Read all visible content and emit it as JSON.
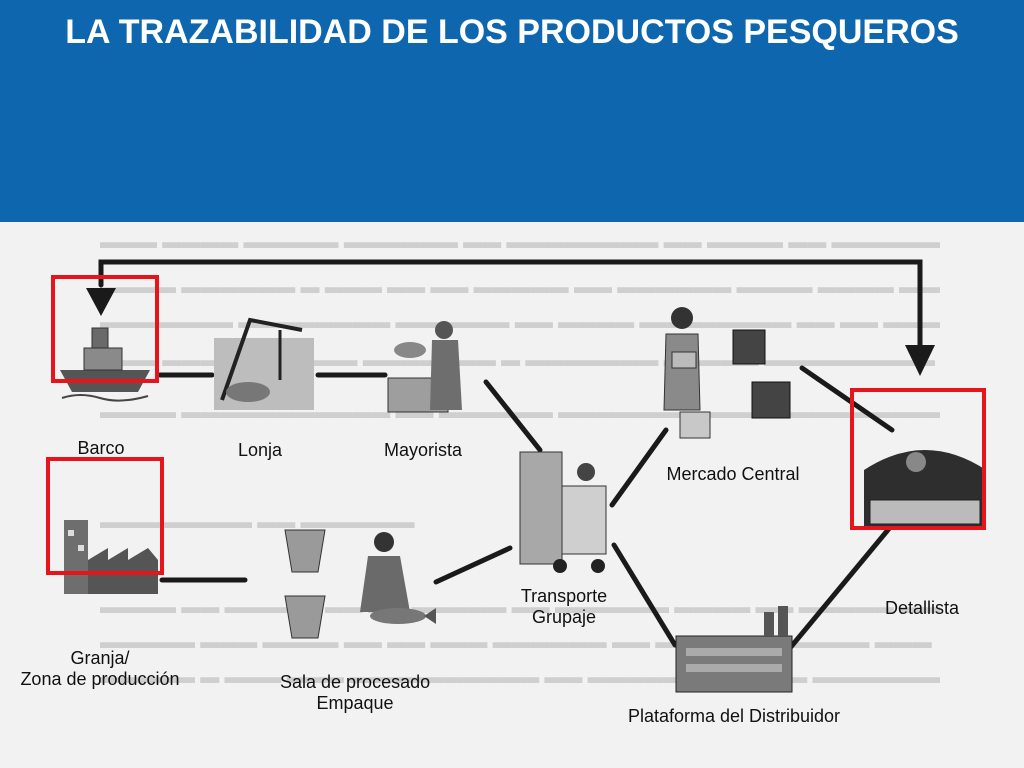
{
  "slide": {
    "title": "LA TRAZABILIDAD DE LOS PRODUCTOS PESQUEROS",
    "header_color": "#0e67ae",
    "highlight_color": "#e8141c"
  },
  "nodes": {
    "barco": "Barco",
    "lonja": "Lonja",
    "mayorista": "Mayorista",
    "mercado_central": "Mercado Central",
    "transporte_line1": "Transporte",
    "transporte_line2": "Grupaje",
    "detallista": "Detallista",
    "granja_line1": "Granja/",
    "granja_line2": "Zona de producción",
    "sala_line1": "Sala de procesado",
    "sala_line2": "Empaque",
    "plataforma": "Plataforma del Distribuidor"
  }
}
